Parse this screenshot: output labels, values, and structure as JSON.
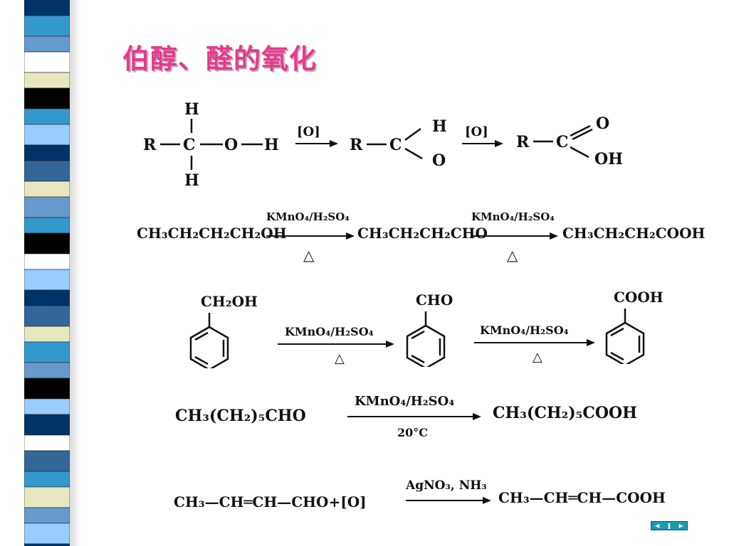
{
  "slide": {
    "title": "伯醇、醛的氧化"
  },
  "reaction1": {
    "H_top": "H",
    "R": "R",
    "C": "C",
    "O": "O",
    "H_right": "H",
    "H_bottom": "H",
    "reagent1": "[O]",
    "ald_R": "R",
    "ald_C": "C",
    "ald_H": "H",
    "ald_O": "O",
    "reagent2": "[O]",
    "acid_R": "R",
    "acid_C": "C",
    "acid_O": "O",
    "acid_OH": "OH"
  },
  "reaction2": {
    "reactant": "CH₃CH₂CH₂CH₂OH",
    "reagent1": "KMnO₄/H₂SO₄",
    "heat1": "△",
    "intermediate": "CH₃CH₂CH₂CHO",
    "reagent2": "KMnO₄/H₂SO₄",
    "heat2": "△",
    "product": "CH₃CH₂CH₂COOH"
  },
  "reaction3": {
    "sub1": "CH₂OH",
    "reagent1": "KMnO₄/H₂SO₄",
    "heat1": "△",
    "sub2": "CHO",
    "reagent2": "KMnO₄/H₂SO₄",
    "heat2": "△",
    "sub3": "COOH"
  },
  "reaction4": {
    "reactant": "CH₃(CH₂)₅CHO",
    "reagent": "KMnO₄/H₂SO₄",
    "condition": "20°C",
    "product": "CH₃(CH₂)₅COOH"
  },
  "reaction5": {
    "reactant": "CH₃—CH═CH—CHO+[O]",
    "reagent": "AgNO₃, NH₃",
    "product": "CH₃—CH═CH—COOH"
  },
  "nav": {
    "first": "◀",
    "stop": "❚",
    "next": "▶"
  },
  "colors": {
    "title": "#e8388e",
    "stripe_colors": [
      "#003366",
      "#3399cc",
      "#ffffff",
      "#e8e8c0",
      "#6699cc",
      "#000000",
      "#99ccff",
      "#336699"
    ]
  }
}
